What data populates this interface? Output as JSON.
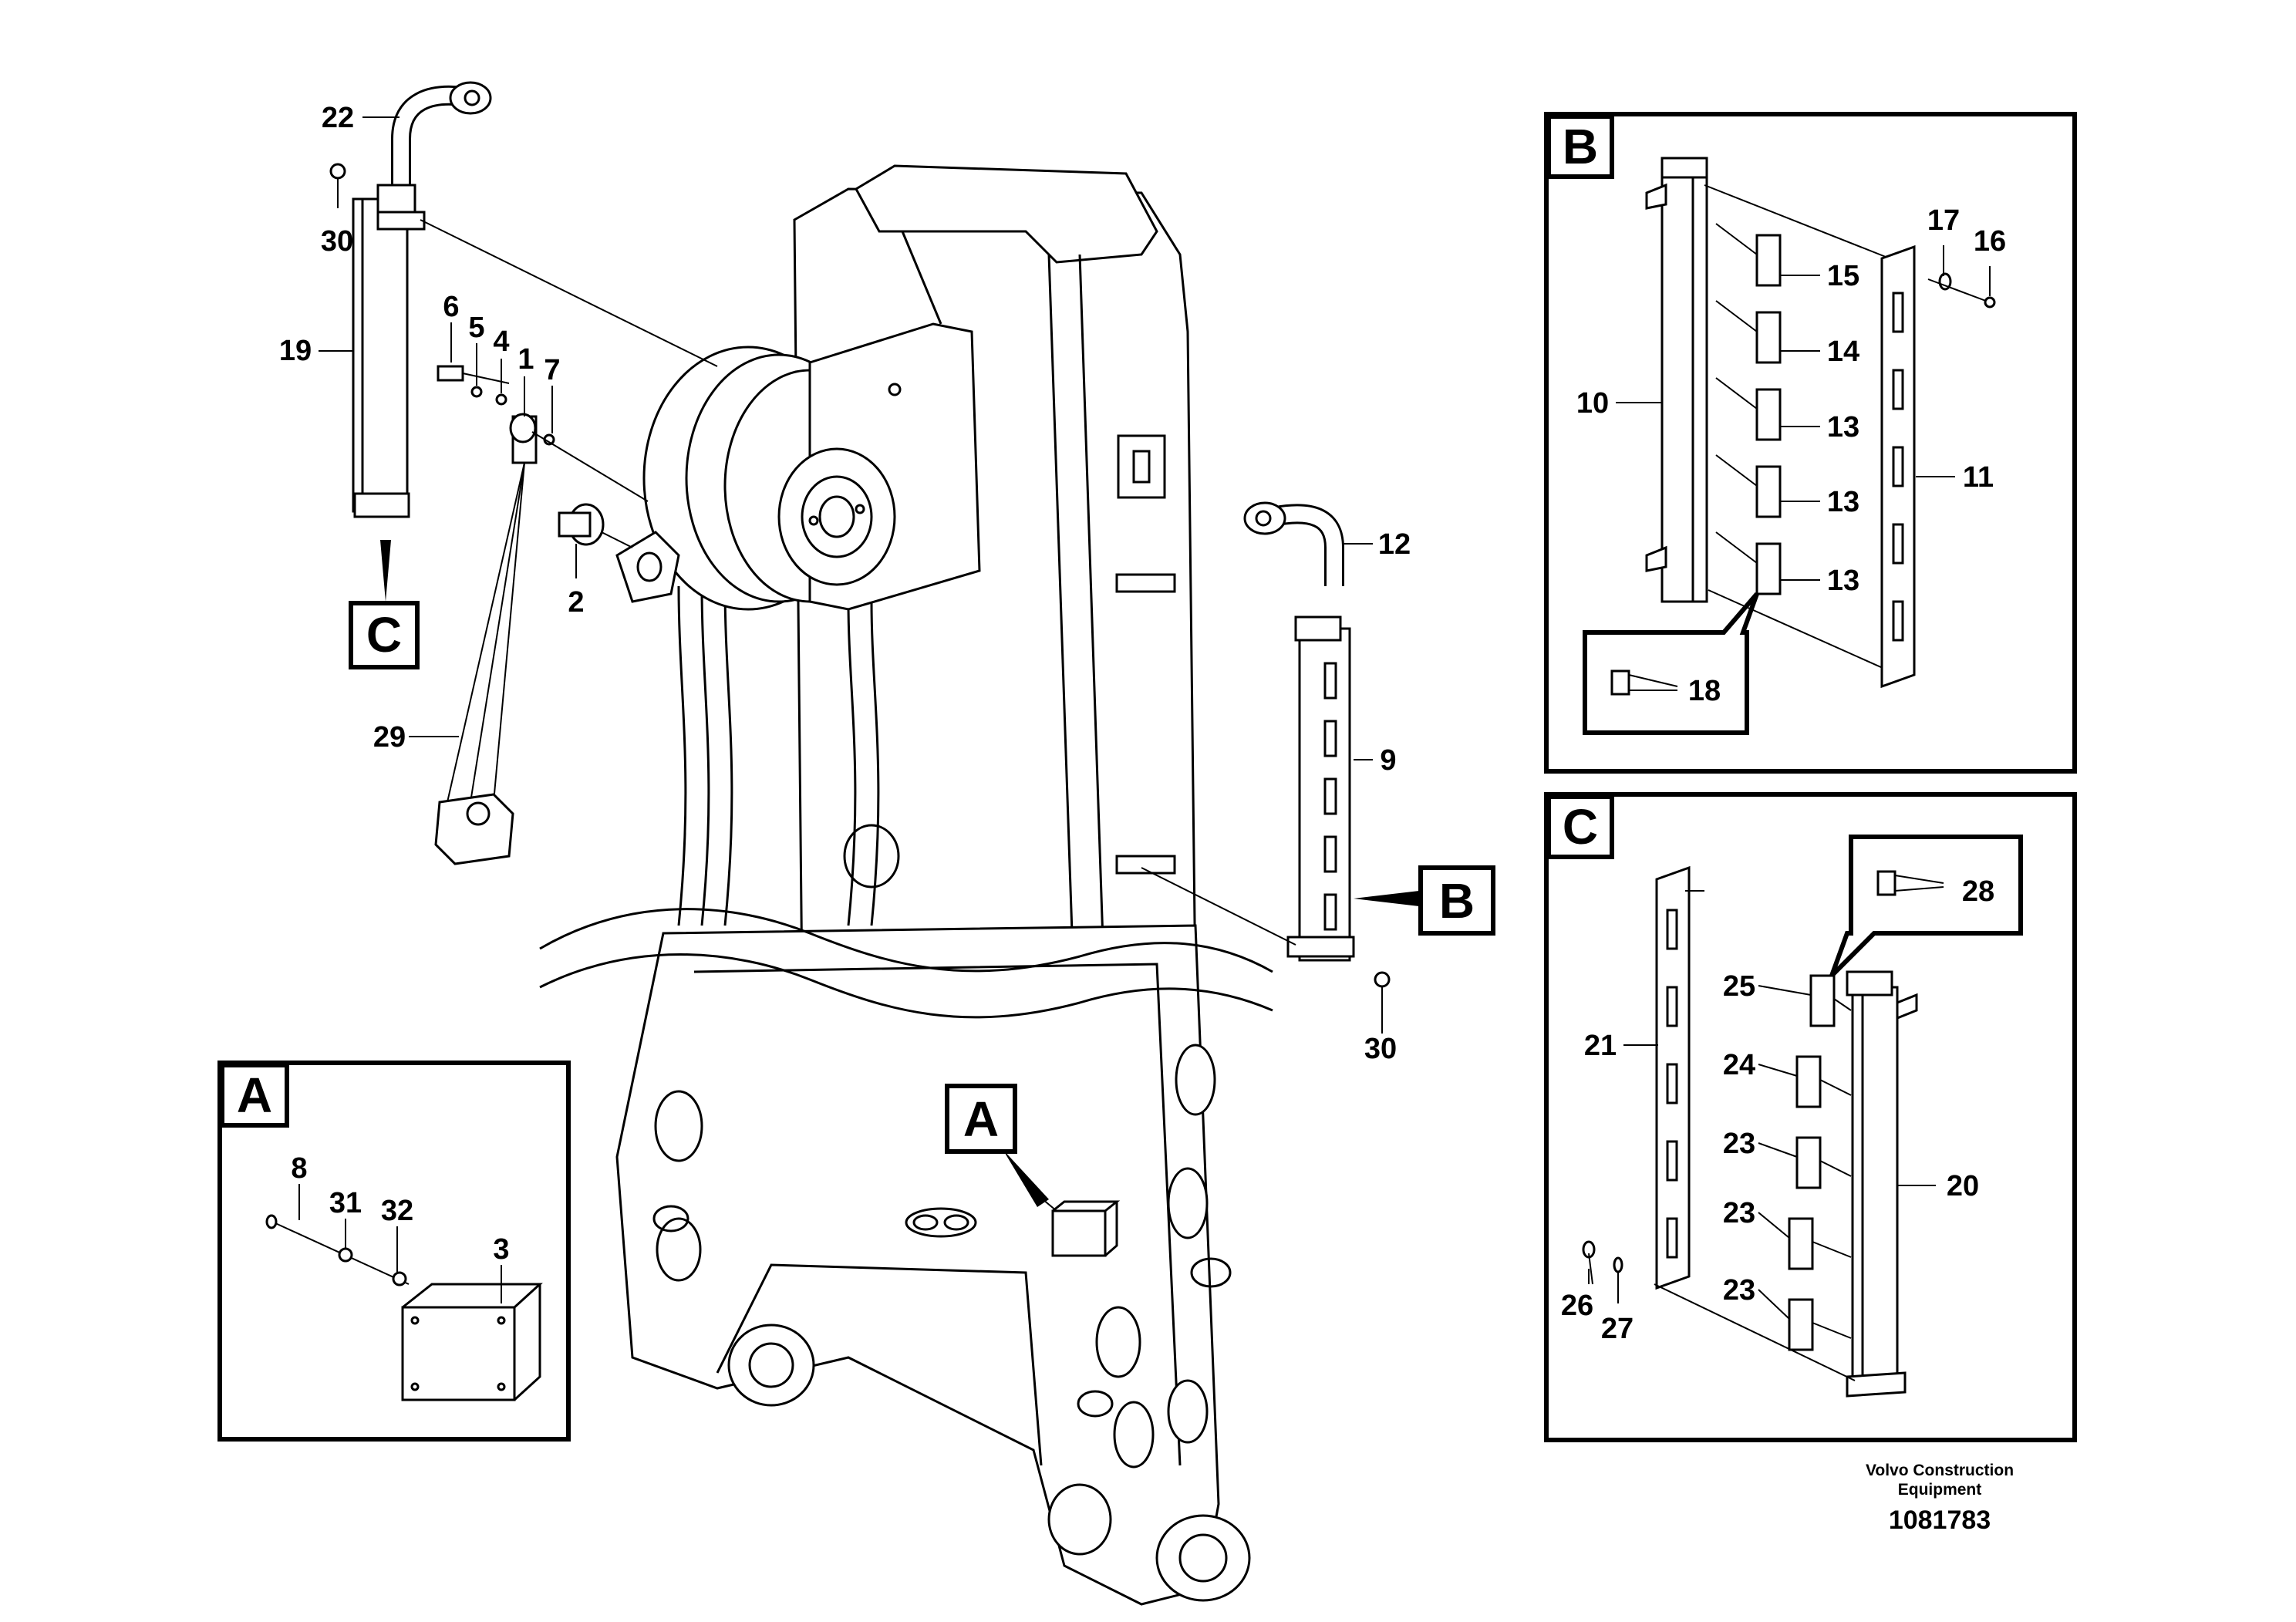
{
  "callouts": {
    "c22": "22",
    "c30a": "30",
    "c19": "19",
    "c6": "6",
    "c5": "5",
    "c4": "4",
    "c1": "1",
    "c7": "7",
    "c2": "2",
    "c29": "29",
    "c12": "12",
    "c9": "9",
    "c30b": "30",
    "c10": "10",
    "c15": "15",
    "c14": "14",
    "c13a": "13",
    "c13b": "13",
    "c13c": "13",
    "c11": "11",
    "c17": "17",
    "c16": "16",
    "c18": "18",
    "c28": "28",
    "c25": "25",
    "c24": "24",
    "c23a": "23",
    "c23b": "23",
    "c23c": "23",
    "c21": "21",
    "c20": "20",
    "c26": "26",
    "c27": "27",
    "c8": "8",
    "c31": "31",
    "c32": "32",
    "c3": "3"
  },
  "detail_tags": {
    "c_main": "C",
    "b_main": "B",
    "a_main": "A",
    "b_panel": "B",
    "c_panel": "C",
    "a_panel": "A"
  },
  "footer": {
    "company_line1": "Volvo Construction",
    "company_line2": "Equipment",
    "drawing_number": "1081783"
  }
}
